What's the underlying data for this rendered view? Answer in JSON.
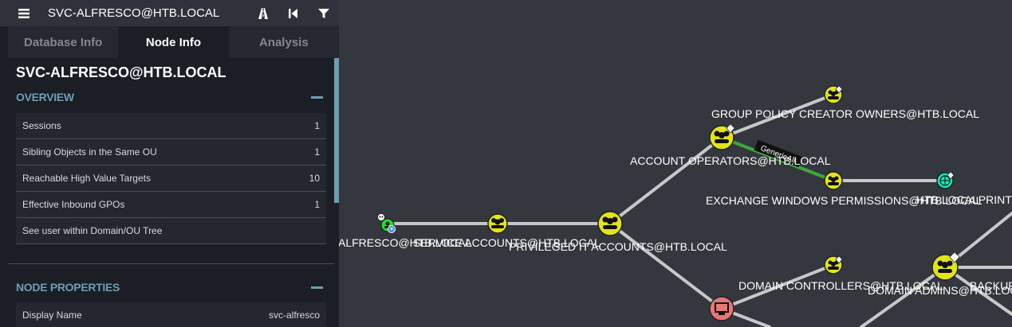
{
  "search": {
    "value": "SVC-ALFRESCO@HTB.LOCAL"
  },
  "toolbar": {
    "menu_icon": "menu-icon",
    "icons": [
      "pathfinding-icon",
      "back-icon",
      "filter-icon"
    ]
  },
  "tabs": [
    {
      "label": "Database Info",
      "active": false
    },
    {
      "label": "Node Info",
      "active": true
    },
    {
      "label": "Analysis",
      "active": false
    }
  ],
  "node": {
    "title": "SVC-ALFRESCO@HTB.LOCAL"
  },
  "overview": {
    "title": "OVERVIEW",
    "rows": [
      {
        "label": "Sessions",
        "value": "1"
      },
      {
        "label": "Sibling Objects in the Same OU",
        "value": "1"
      },
      {
        "label": "Reachable High Value Targets",
        "value": "10"
      },
      {
        "label": "Effective Inbound GPOs",
        "value": "1"
      },
      {
        "label": "See user within Domain/OU Tree",
        "value": ""
      }
    ]
  },
  "properties": {
    "title": "NODE PROPERTIES",
    "rows": [
      {
        "label": "Display Name",
        "value": "svc-alfresco"
      }
    ]
  },
  "graph": {
    "labels": {
      "alfresco": "ALFRESCO@HTB.LOCAL",
      "service_accounts": "SERVICE ACCOUNTS@HTB.LOCAL",
      "privileged_it": "PRIVILEGED IT ACCOUNTS@HTB.LOCAL",
      "account_operators": "ACCOUNT OPERATORS@HTB.LOCAL",
      "gpo_creators": "GROUP POLICY CREATOR OWNERS@HTB.LOCAL",
      "exchange_perms": "EXCHANGE WINDOWS PERMISSIONS@HTB.LOCAL",
      "htb_localprint": "HTB.LOCALPRINT O",
      "domain_controllers": "DOMAIN CONTROLLERS@HTB.LOCAL",
      "domain_admins": "DOMAIN ADMINS@HTB.LOCAL",
      "backup": "BACKUP"
    },
    "edge_label": "GenericAll",
    "colors": {
      "group": "#e3e31a",
      "user": "#17e625",
      "computer": "#e67873",
      "domain": "#17e6b9",
      "background": "#34373d"
    }
  }
}
